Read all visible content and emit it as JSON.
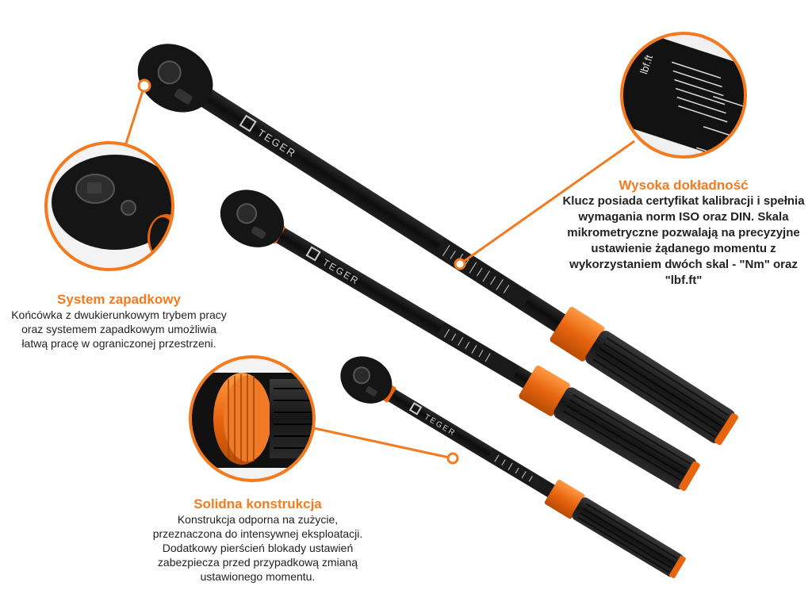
{
  "brand": "TEGER",
  "colors": {
    "accent": "#f47a1f",
    "tool": "#151515",
    "text": "#222222"
  },
  "scale_labels": {
    "unit": "lbf.ft",
    "unit2": "Nm"
  },
  "callouts": {
    "ratchet": {
      "title": "System zapadkowy",
      "body": "Końcówka z dwukierunkowym trybem pracy oraz systemem zapadkowym umożliwia łatwą pracę w ograniczonej przestrzeni."
    },
    "accuracy": {
      "title": "Wysoka dokładność",
      "body": "Klucz posiada certyfikat kalibracji i spełnia wymagania norm ISO oraz DIN. Skala mikrometryczne pozwalają na precyzyjne ustawienie żądanego momentu z wykorzystaniem dwóch skal - \"Nm\" oraz \"lbf.ft\""
    },
    "build": {
      "title": "Solidna konstrukcja",
      "body": "Konstrukcja odporna na zużycie, przeznaczona do intensywnej eksploatacji. Dodatkowy pierścień blokady ustawień zabezpiecza przed przypadkową zmianą ustawionego momentu."
    }
  }
}
